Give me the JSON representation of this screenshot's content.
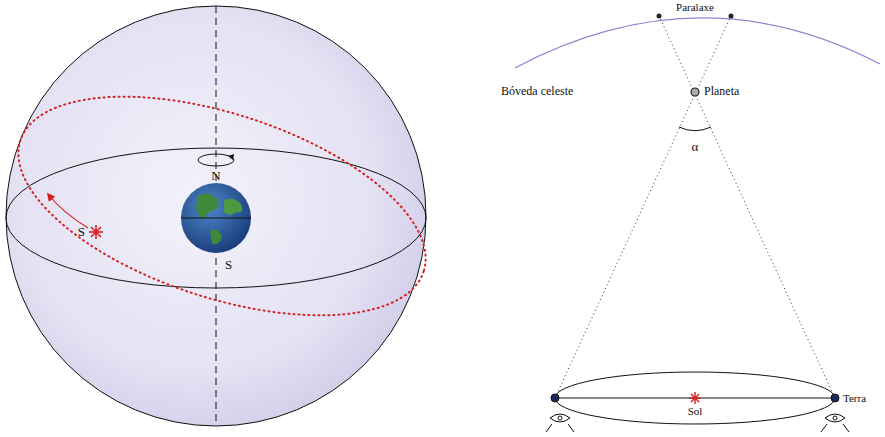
{
  "diagram": {
    "labels": [
      "S",
      "N",
      "S",
      "Paralaxe",
      "Bóveda celeste",
      "Planeta",
      "α",
      "Sol",
      "Terra"
    ]
  }
}
